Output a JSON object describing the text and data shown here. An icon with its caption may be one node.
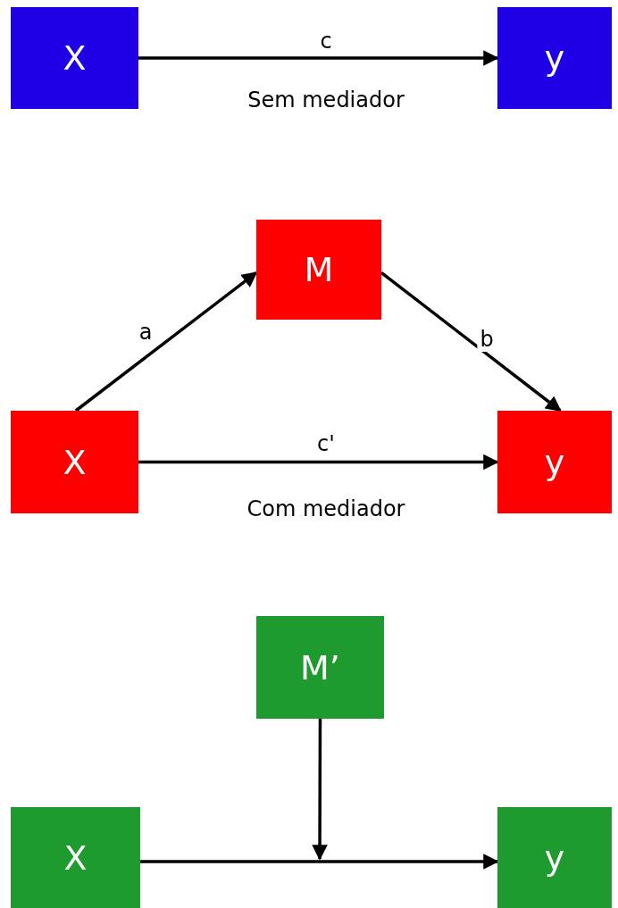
{
  "diagram": {
    "nodes": [
      {
        "text": [
          "X"
        ]
      },
      {
        "text": [
          "y"
        ]
      },
      {
        "text": [
          "M"
        ]
      },
      {
        "text": [
          "X"
        ]
      },
      {
        "text": [
          "y"
        ]
      },
      {
        "text": [
          "M’"
        ]
      },
      {
        "text": [
          "X"
        ]
      },
      {
        "text": [
          "y"
        ]
      }
    ],
    "edges": [
      {
        "from": 0,
        "to": 1,
        "arrow": "to",
        "label": "c"
      },
      {
        "from": 3,
        "to": 2,
        "arrow": "to",
        "label": "a"
      },
      {
        "from": 2,
        "to": 4,
        "arrow": "to",
        "label": "b"
      },
      {
        "from": 3,
        "to": 4,
        "arrow": "to",
        "label": "c'"
      },
      {
        "from": 6,
        "to": 7,
        "arrow": "to"
      },
      {
        "from": 5,
        "to": null,
        "arrow": "to"
      }
    ],
    "labels": [
      "Sem mediador",
      "Com mediador"
    ]
  }
}
